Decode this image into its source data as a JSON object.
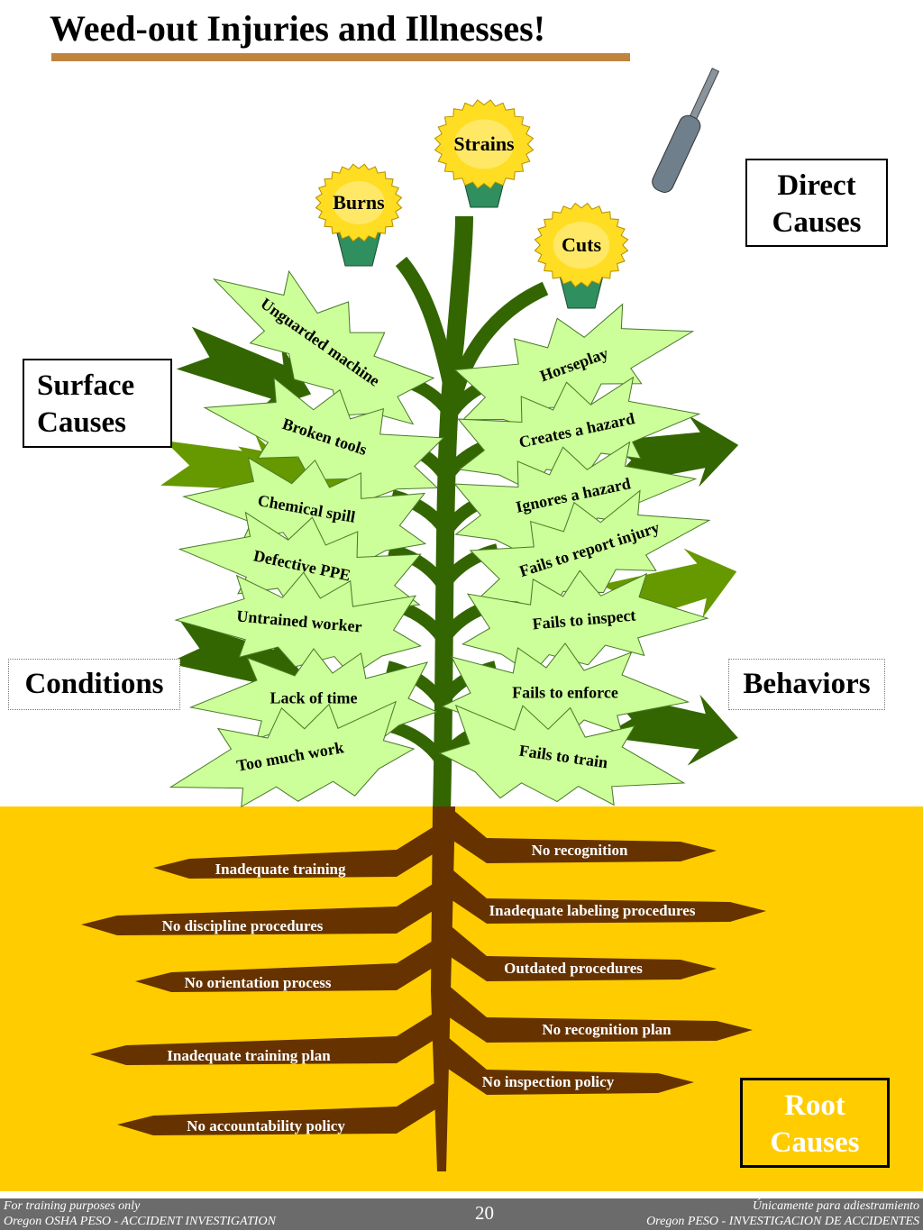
{
  "title": "Weed-out Injuries and Illnesses!",
  "flowers": [
    "Burns",
    "Strains",
    "Cuts"
  ],
  "boxes": {
    "direct": [
      "Direct",
      "Causes"
    ],
    "surface": [
      "Surface",
      "Causes"
    ],
    "conditions": "Conditions",
    "behaviors": "Behaviors",
    "root": [
      "Root",
      "Causes"
    ]
  },
  "conditions_leaves": [
    "Unguarded machine",
    "Broken tools",
    "Chemical spill",
    "Defective  PPE",
    "Untrained worker",
    "Lack of time",
    "Too much work"
  ],
  "behavior_leaves": [
    "Horseplay",
    "Creates a hazard",
    "Ignores a hazard",
    "Fails to report injury",
    "Fails to inspect",
    "Fails to enforce",
    "Fails to train"
  ],
  "roots_left": [
    "Inadequate training",
    "No discipline procedures",
    "No orientation process",
    "Inadequate training plan",
    "No accountability policy"
  ],
  "roots_right": [
    "No recognition",
    "Inadequate labeling procedures",
    "Outdated  procedures",
    "No recognition plan",
    "No inspection policy"
  ],
  "footer": {
    "left1": "For training purposes only",
    "left2": "Oregon OSHA PESO - ACCIDENT INVESTIGATION",
    "page": "20",
    "right1": "Únicamente para adiestramiento",
    "right2": "Oregon PESO - INVESTIGACION DE ACCIDENTES"
  },
  "colors": {
    "soil": "#ffcc00",
    "leaf": "#ccff99",
    "stem": "#336600",
    "root": "#663300",
    "accent": "#c0843e"
  }
}
